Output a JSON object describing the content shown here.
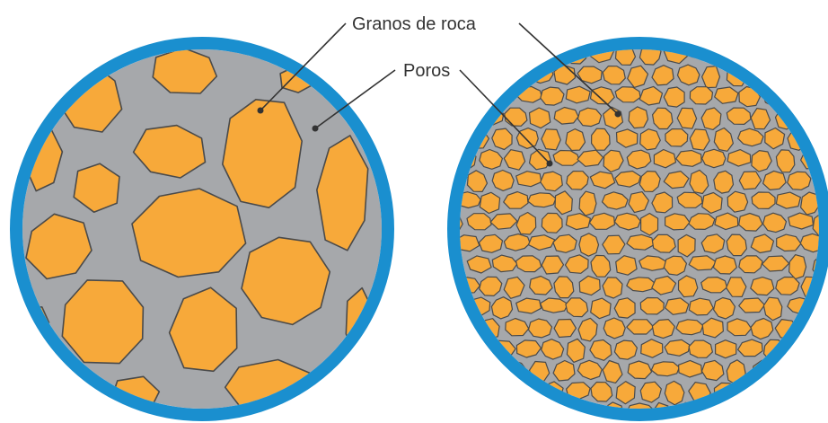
{
  "labels": {
    "grains": "Granos de roca",
    "pores": "Poros"
  },
  "colors": {
    "ring": "#1a8fcf",
    "pore": "#a6a8ab",
    "grain_fill": "#f7a93a",
    "grain_stroke": "#4a4a4a",
    "leader": "#333333",
    "background": "#ffffff"
  },
  "panels": [
    {
      "id": "coarse",
      "description_grain_size": "large"
    },
    {
      "id": "fine",
      "description_grain_size": "small"
    }
  ]
}
